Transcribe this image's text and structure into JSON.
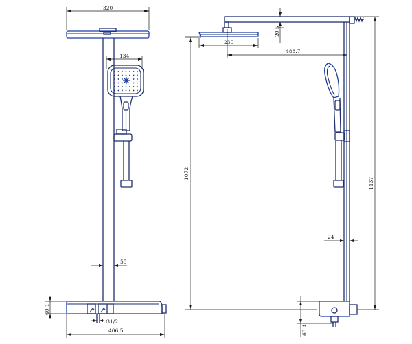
{
  "dimensions": {
    "head_width_front": "320",
    "handshower_width": "134",
    "pipe_dia_front": "55",
    "valve_height": "60.1",
    "inlet_thread": "G1/2",
    "overall_width": "406.5",
    "head_thickness": "20.5",
    "head_depth": "230",
    "arm_length": "488.7",
    "height_1072": "1072",
    "height_1137": "1137",
    "pipe_dia_side": "24",
    "inlet_offset": "63.4"
  },
  "colors": {
    "line": "#1f2f6e",
    "accent": "#1a3ea8",
    "dimension": "#1c1c1c"
  }
}
